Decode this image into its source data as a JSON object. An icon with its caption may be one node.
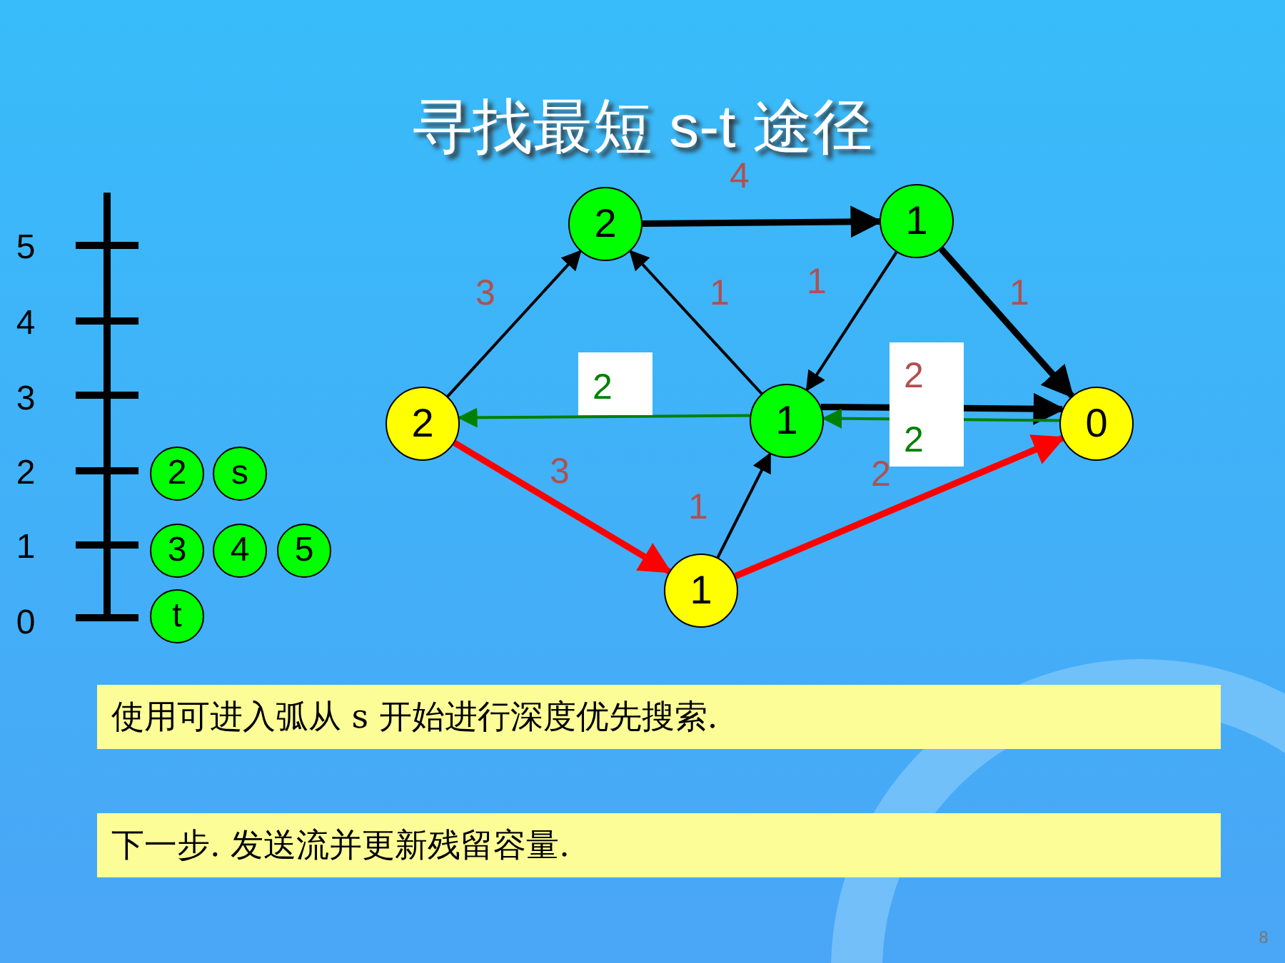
{
  "diagram": {
    "title": "寻找最短 s-t 途径",
    "nodes": [
      {
        "text": [
          "2"
        ]
      },
      {
        "text": [
          "2"
        ]
      },
      {
        "text": [
          "1"
        ]
      },
      {
        "text": [
          "1"
        ]
      },
      {
        "text": [
          "1"
        ]
      },
      {
        "text": [
          "0"
        ]
      },
      {
        "text": [
          "2"
        ]
      },
      {
        "text": [
          "s"
        ]
      },
      {
        "text": [
          "3"
        ]
      },
      {
        "text": [
          "4"
        ]
      },
      {
        "text": [
          "5"
        ]
      },
      {
        "text": [
          "t"
        ]
      },
      {
        "text": [
          "使用可进入弧从 s 开始进行深度优先搜索."
        ]
      },
      {
        "text": [
          "下一步. 发送流并更新残留容量."
        ]
      }
    ],
    "edges": [
      {
        "from": 0,
        "to": 1,
        "arrow": "to",
        "label": "3"
      },
      {
        "from": 1,
        "to": 2,
        "arrow": "to",
        "label": "4",
        "style": "thick"
      },
      {
        "from": 3,
        "to": 1,
        "arrow": "to",
        "label": "1"
      },
      {
        "from": 2,
        "to": 3,
        "arrow": "to",
        "label": "1"
      },
      {
        "from": 2,
        "to": 5,
        "arrow": "to",
        "label": "1",
        "style": "thick"
      },
      {
        "from": 3,
        "to": 5,
        "arrow": "to",
        "label": "2",
        "style": "thick"
      },
      {
        "from": 5,
        "to": 3,
        "arrow": "to",
        "label": "2",
        "color": "#008000"
      },
      {
        "from": 3,
        "to": 0,
        "arrow": "to",
        "label": "2",
        "color": "#008000"
      },
      {
        "from": 0,
        "to": 4,
        "arrow": "to",
        "label": "3",
        "style": "thick",
        "color": "#ff0000"
      },
      {
        "from": 4,
        "to": 3,
        "arrow": "to",
        "label": "1"
      },
      {
        "from": 4,
        "to": 5,
        "arrow": "to",
        "label": "2",
        "style": "thick",
        "color": "#ff0000"
      }
    ],
    "labels": [
      "5",
      "4",
      "3",
      "2",
      "1",
      "0",
      "8"
    ]
  }
}
